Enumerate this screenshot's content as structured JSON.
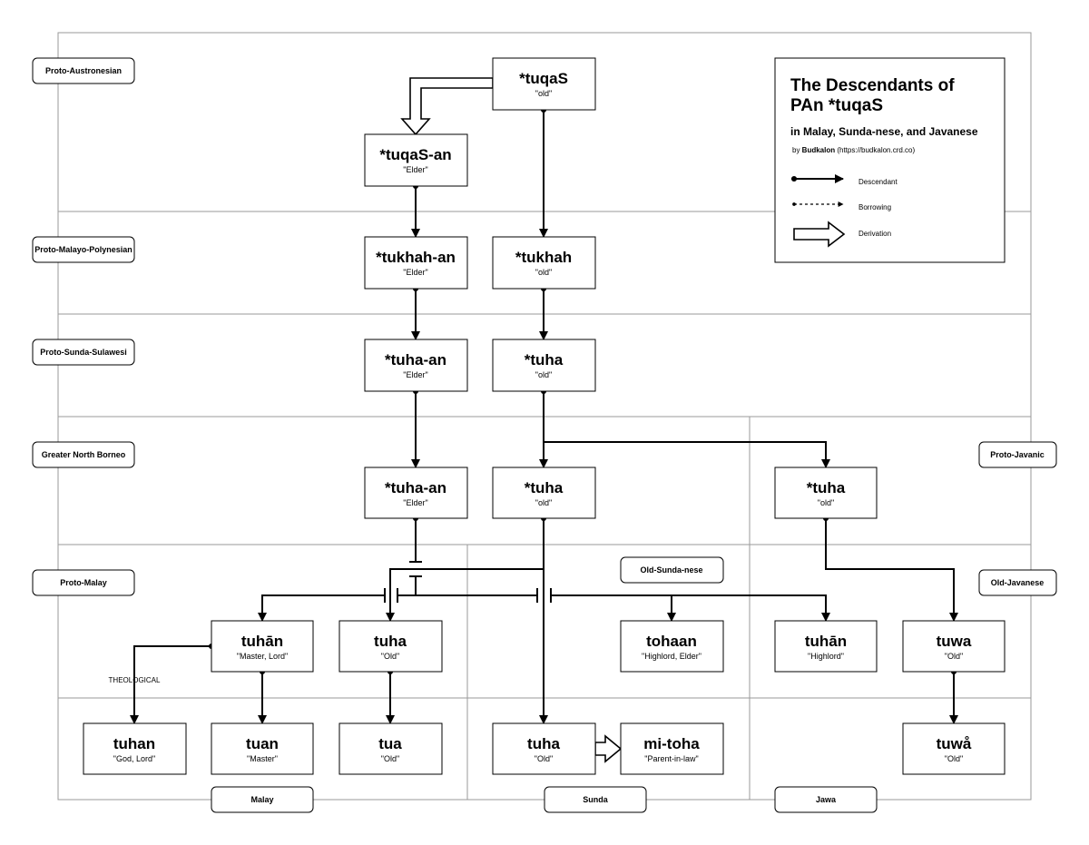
{
  "legend": {
    "title_line1": "The Descendants of",
    "title_line2": "PAn *tuqaS",
    "subtitle": "in Malay, Sunda-nese, and Javanese",
    "by_prefix": "by ",
    "by_author": "Budkalon",
    "by_url": " (https://budkalon.crd.co)",
    "items": {
      "descendant": "Descendant",
      "borrowing": "Borrowing",
      "derivation": "Derivation"
    }
  },
  "levels": {
    "pan": "Proto-Austronesian",
    "pmp": "Proto-Malayo-Polynesian",
    "pss": "Proto-Sunda-Sulawesi",
    "gnb": "Greater North Borneo",
    "pm": "Proto-Malay",
    "pj": "Proto-Javanic",
    "ojv": "Old-Javanese",
    "osu": "Old-Sunda-nese"
  },
  "languages": {
    "malay": "Malay",
    "sunda": "Sunda",
    "jawa": "Jawa"
  },
  "nodes": {
    "tuqas": {
      "lemma": "*tuqaS",
      "gloss": "\"old\""
    },
    "tuqas_an": {
      "lemma": "*tuqaS-an",
      "gloss": "\"Elder\""
    },
    "tukhah_an": {
      "lemma": "*tukhah-an",
      "gloss": "\"Elder\""
    },
    "tukhah": {
      "lemma": "*tukhah",
      "gloss": "\"old\""
    },
    "pss_tuha_an": {
      "lemma": "*tuha-an",
      "gloss": "\"Elder\""
    },
    "pss_tuha": {
      "lemma": "*tuha",
      "gloss": "\"old\""
    },
    "gnb_tuha_an": {
      "lemma": "*tuha-an",
      "gloss": "\"Elder\""
    },
    "gnb_tuha": {
      "lemma": "*tuha",
      "gloss": "\"old\""
    },
    "pj_tuha": {
      "lemma": "*tuha",
      "gloss": "\"old\""
    },
    "pm_tuhan": {
      "lemma": "tuhān",
      "gloss": "\"Master, Lord\""
    },
    "pm_tuha": {
      "lemma": "tuha",
      "gloss": "\"Old\""
    },
    "osu_tohaan": {
      "lemma": "tohaan",
      "gloss": "\"Highlord, Elder\""
    },
    "ojv_tuhan": {
      "lemma": "tuhān",
      "gloss": "\"Highlord\""
    },
    "ojv_tuwa": {
      "lemma": "tuwa",
      "gloss": "\"Old\""
    },
    "ms_tuhan": {
      "lemma": "tuhan",
      "gloss": "\"God, Lord\""
    },
    "ms_tuan": {
      "lemma": "tuan",
      "gloss": "\"Master\""
    },
    "ms_tua": {
      "lemma": "tua",
      "gloss": "\"Old\""
    },
    "su_tuha": {
      "lemma": "tuha",
      "gloss": "\"Old\""
    },
    "su_mitoha": {
      "lemma": "mi-toha",
      "gloss": "\"Parent-in-law\""
    },
    "jv_tuwa": {
      "lemma": "tuwå",
      "gloss": "\"Old\""
    }
  },
  "annotations": {
    "theological": "THEOLOGICAL"
  }
}
